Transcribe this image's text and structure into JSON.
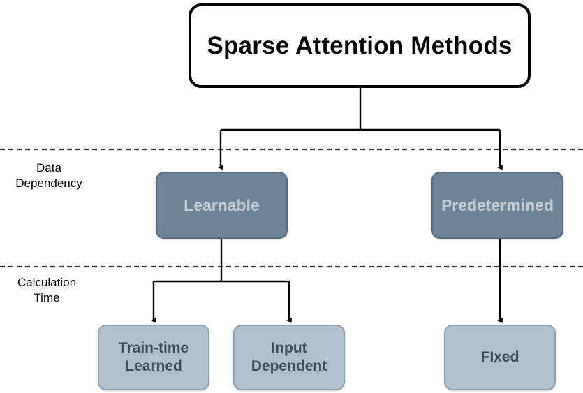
{
  "diagram": {
    "title": "Sparse Attention Methods",
    "root": {
      "label": "Sparse Attention Methods"
    },
    "tier_labels": [
      {
        "name": "data-dependency",
        "label": "Data\nDependency",
        "line1": "Data",
        "line2": "Dependency"
      },
      {
        "name": "calculation-time",
        "label": "Calculation\nTime",
        "line1": "Calculation",
        "line2": "Time"
      }
    ],
    "level1": [
      {
        "name": "learnable",
        "label": "Learnable"
      },
      {
        "name": "predetermined",
        "label": "Predetermined"
      }
    ],
    "level2": [
      {
        "name": "train-time-learned",
        "label": "Train-time Learned",
        "line1": "Train-time",
        "line2": "Learned"
      },
      {
        "name": "input-dependent",
        "label": "Input Dependent",
        "line1": "Input",
        "line2": "Dependent"
      },
      {
        "name": "fixed",
        "label": "FIxed",
        "line1": "FIxed",
        "line2": ""
      }
    ],
    "colors": {
      "background": "#ffffff",
      "root_border": "#000000",
      "root_text": "#000000",
      "level1_fill": "#6d8499",
      "level1_border": "#566b7d",
      "level1_text": "#c3ccd4",
      "level2_fill": "#b0c0cc",
      "level2_border": "#8fa2b1",
      "level2_text": "#3c4d5c",
      "edge": "#000000",
      "separator": "#333333"
    }
  }
}
